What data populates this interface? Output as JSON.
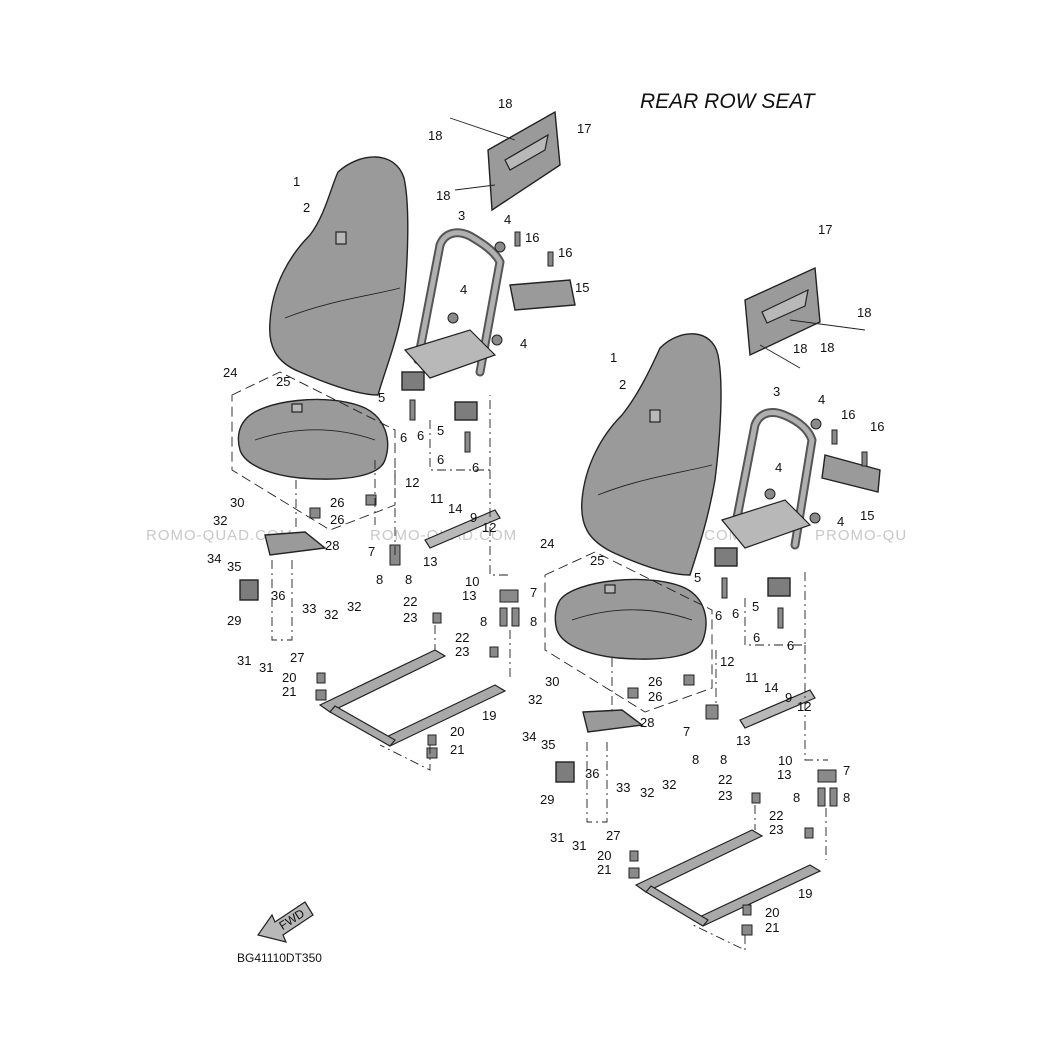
{
  "title": "REAR ROW SEAT",
  "diagram_code": "BG41110DT350",
  "fwd_label": "FWD",
  "watermark": "ROMO-QUAD.COM",
  "watermark_left": "ROMO-QUAD.COM",
  "watermark_right": "PROMO-QU",
  "left_callouts": {
    "c1": "1",
    "c2": "2",
    "c3": "3",
    "c4a": "4",
    "c4b": "4",
    "c4c": "4",
    "c5a": "5",
    "c5b": "5",
    "c6a": "6",
    "c6b": "6",
    "c6c": "6",
    "c6d": "6",
    "c7a": "7",
    "c7b": "7",
    "c8a": "8",
    "c8b": "8",
    "c8c": "8",
    "c8d": "8",
    "c9": "9",
    "c10": "10",
    "c11": "11",
    "c12a": "12",
    "c12b": "12",
    "c13a": "13",
    "c13b": "13",
    "c14": "14",
    "c15": "15",
    "c16a": "16",
    "c16b": "16",
    "c17": "17",
    "c18a": "18",
    "c18b": "18",
    "c18c": "18",
    "c19": "19",
    "c20a": "20",
    "c20b": "20",
    "c21a": "21",
    "c21b": "21",
    "c22a": "22",
    "c22b": "22",
    "c23a": "23",
    "c23b": "23",
    "c24": "24",
    "c25": "25",
    "c26a": "26",
    "c26b": "26",
    "c27": "27",
    "c28": "28",
    "c29": "29",
    "c30": "30",
    "c31a": "31",
    "c31b": "31",
    "c32a": "32",
    "c32b": "32",
    "c32c": "32",
    "c33": "33",
    "c34": "34",
    "c35": "35",
    "c36": "36"
  },
  "right_callouts": {
    "c1": "1",
    "c2": "2",
    "c3": "3",
    "c4a": "4",
    "c4b": "4",
    "c4c": "4",
    "c5a": "5",
    "c5b": "5",
    "c6a": "6",
    "c6b": "6",
    "c6c": "6",
    "c6d": "6",
    "c7a": "7",
    "c7b": "7",
    "c8a": "8",
    "c8b": "8",
    "c8c": "8",
    "c8d": "8",
    "c9": "9",
    "c10": "10",
    "c11": "11",
    "c12a": "12",
    "c12b": "12",
    "c13a": "13",
    "c13b": "13",
    "c14": "14",
    "c15": "15",
    "c16a": "16",
    "c16b": "16",
    "c17": "17",
    "c18a": "18",
    "c18b": "18",
    "c18c": "18",
    "c19": "19",
    "c20a": "20",
    "c20b": "20",
    "c21a": "21",
    "c21b": "21",
    "c22a": "22",
    "c22b": "22",
    "c23a": "23",
    "c23b": "23",
    "c24": "24",
    "c25": "25",
    "c26a": "26",
    "c26b": "26",
    "c27": "27",
    "c28": "28",
    "c29": "29",
    "c30": "30",
    "c31a": "31",
    "c31b": "31",
    "c32a": "32",
    "c32b": "32",
    "c32c": "32",
    "c33": "33",
    "c34": "34",
    "c35": "35",
    "c36": "36"
  }
}
